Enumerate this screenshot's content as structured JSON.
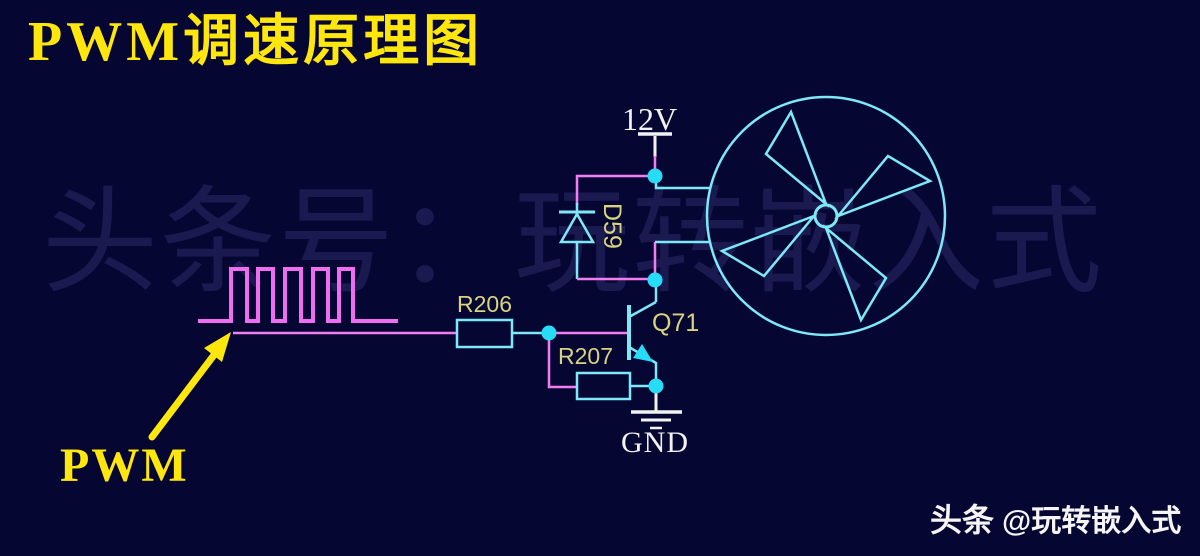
{
  "title": "PWM调速原理图",
  "watermark": "头条号：玩转嵌入式",
  "signal": {
    "label": "PWM"
  },
  "schematic": {
    "supply_label": "12V",
    "ground_label": "GND",
    "diode_label": "D59",
    "resistor_input_label": "R206",
    "resistor_base_label": "R207",
    "transistor_label": "Q71"
  },
  "branding": {
    "platform": "头条",
    "handle": "@玩转嵌入式"
  },
  "colors": {
    "background": "#060633",
    "wire_magenta": "#f27df2",
    "wire_cyan": "#7de9f7",
    "junction_cyan": "#27dcf7",
    "label_khaki": "#d8d37e",
    "accent_yellow": "#ffe60c",
    "text_white": "#f2f2f2"
  }
}
